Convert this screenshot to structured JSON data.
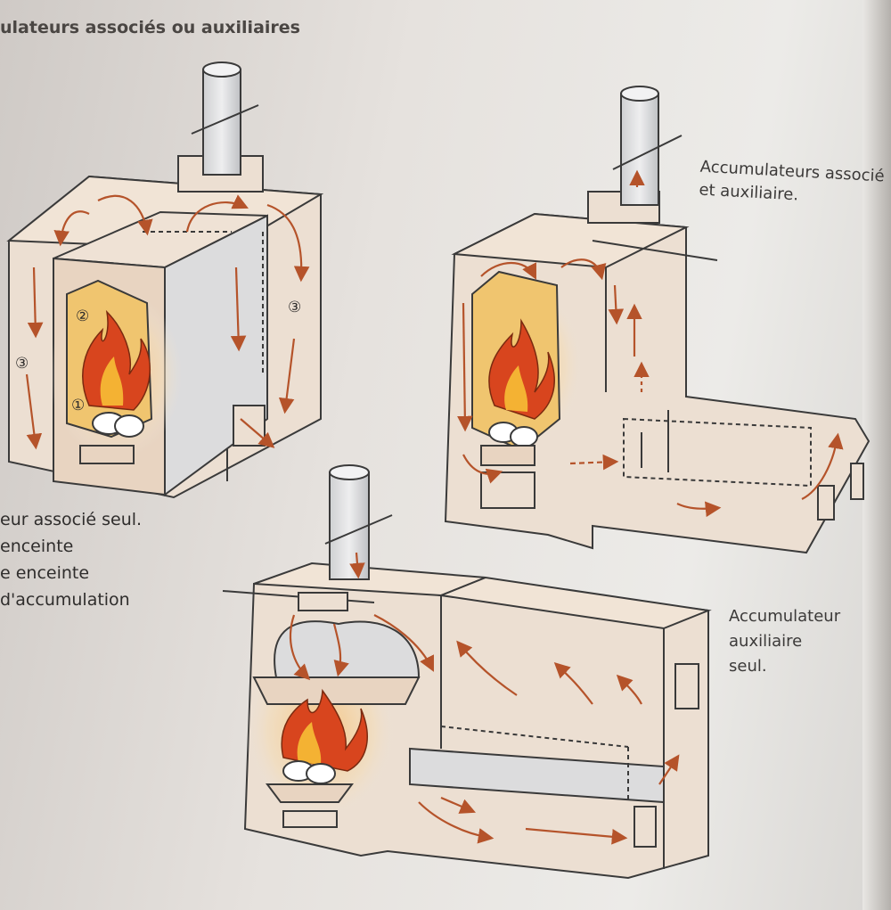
{
  "title": "ulateurs associés ou auxiliaires",
  "labels": {
    "top_right_line1": "Accumulateurs associé",
    "top_right_line2": "et auxiliaire.",
    "bottom_right_line1": "Accumulateur auxiliaire",
    "bottom_right_line2": "seul."
  },
  "left_caption": [
    "eur associé seul.",
    "enceinte",
    "e enceinte",
    "d'accumulation"
  ],
  "markers": [
    "①",
    "②",
    "③",
    "③"
  ],
  "colors": {
    "line": "#3a3a3a",
    "arrow": "#b5532a",
    "stove_glow": "#f6c27a",
    "flame_outer": "#d8451e",
    "flame_inner": "#f4b233",
    "panel": "#e9ddd0"
  }
}
